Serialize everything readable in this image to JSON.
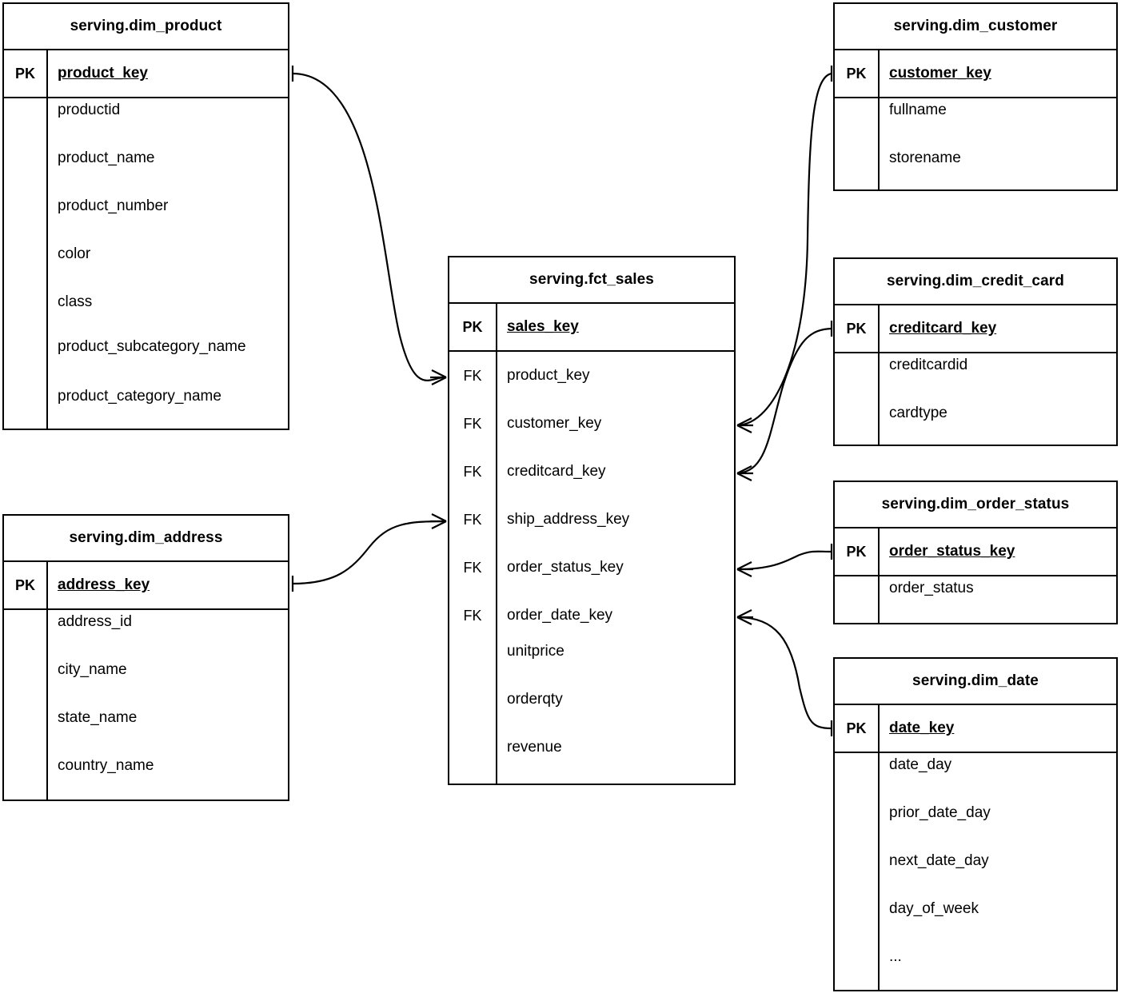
{
  "diagram": {
    "title": "Star schema ER diagram",
    "notation": "crow's foot",
    "line_color": "#000000",
    "background_color": "#ffffff"
  },
  "labels": {
    "pk": "PK",
    "fk": "FK",
    "ellipsis": "..."
  },
  "entities": {
    "dim_product": {
      "name": "serving.dim_product",
      "pk_label": "PK",
      "pk_column": "product_key",
      "attributes": [
        "productid",
        "product_name",
        "product_number",
        "color",
        "class",
        "product_subcategory_name",
        "product_category_name"
      ]
    },
    "dim_address": {
      "name": "serving.dim_address",
      "pk_label": "PK",
      "pk_column": "address_key",
      "attributes": [
        "address_id",
        "city_name",
        "state_name",
        "country_name"
      ]
    },
    "fct_sales": {
      "name": "serving.fct_sales",
      "pk_label": "PK",
      "pk_column": "sales_key",
      "foreign_keys": [
        {
          "key_label": "FK",
          "column": "product_key"
        },
        {
          "key_label": "FK",
          "column": "customer_key"
        },
        {
          "key_label": "FK",
          "column": "creditcard_key"
        },
        {
          "key_label": "FK",
          "column": "ship_address_key"
        },
        {
          "key_label": "FK",
          "column": "order_status_key"
        },
        {
          "key_label": "FK",
          "column": "order_date_key"
        }
      ],
      "measures": [
        "unitprice",
        "orderqty",
        "revenue"
      ]
    },
    "dim_customer": {
      "name": "serving.dim_customer",
      "pk_label": "PK",
      "pk_column": "customer_key",
      "attributes": [
        "fullname",
        "storename"
      ]
    },
    "dim_credit_card": {
      "name": "serving.dim_credit_card",
      "pk_label": "PK",
      "pk_column": "creditcard_key",
      "attributes": [
        "creditcardid",
        "cardtype"
      ]
    },
    "dim_order_status": {
      "name": "serving.dim_order_status",
      "pk_label": "PK",
      "pk_column": "order_status_key",
      "attributes": [
        "order_status"
      ]
    },
    "dim_date": {
      "name": "serving.dim_date",
      "pk_label": "PK",
      "pk_column": "date_key",
      "attributes": [
        "date_day",
        "prior_date_day",
        "next_date_day",
        "day_of_week",
        "..."
      ]
    }
  },
  "relationships": [
    {
      "from": "serving.dim_product.product_key",
      "to": "serving.fct_sales.product_key",
      "from_cardinality": "one",
      "to_cardinality": "many"
    },
    {
      "from": "serving.dim_address.address_key",
      "to": "serving.fct_sales.ship_address_key",
      "from_cardinality": "one",
      "to_cardinality": "many"
    },
    {
      "from": "serving.dim_customer.customer_key",
      "to": "serving.fct_sales.customer_key",
      "from_cardinality": "one",
      "to_cardinality": "many"
    },
    {
      "from": "serving.dim_credit_card.creditcard_key",
      "to": "serving.fct_sales.creditcard_key",
      "from_cardinality": "one",
      "to_cardinality": "many"
    },
    {
      "from": "serving.dim_order_status.order_status_key",
      "to": "serving.fct_sales.order_status_key",
      "from_cardinality": "one",
      "to_cardinality": "many"
    },
    {
      "from": "serving.dim_date.date_key",
      "to": "serving.fct_sales.order_date_key",
      "from_cardinality": "one",
      "to_cardinality": "many"
    }
  ]
}
